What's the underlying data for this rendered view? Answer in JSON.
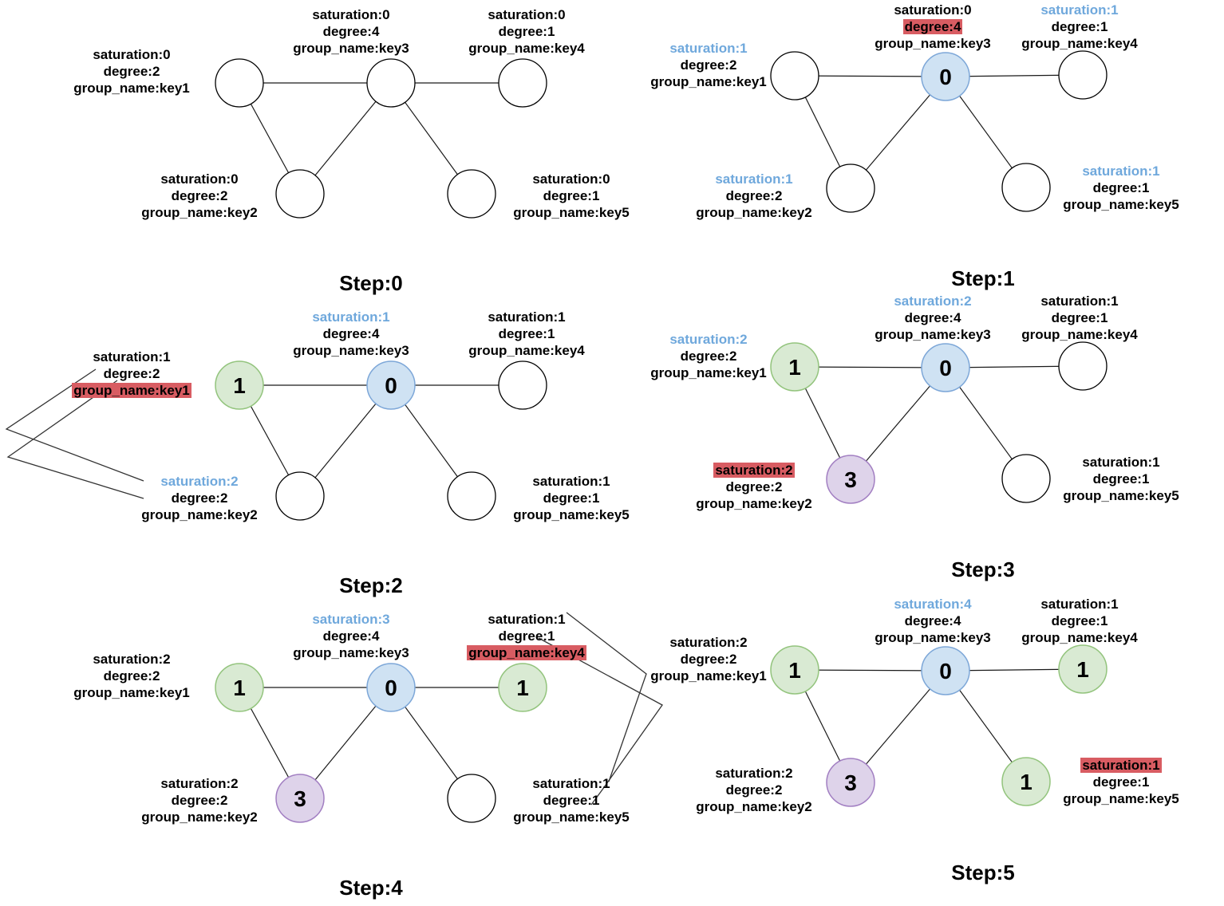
{
  "colors": {
    "node_blue_fill": "#cfe2f3",
    "node_blue_stroke": "#7da7d8",
    "node_green_fill": "#d9ead3",
    "node_green_stroke": "#93c47d",
    "node_purple_fill": "#ded3ea",
    "node_purple_stroke": "#a27fc2",
    "node_white_fill": "#ffffff",
    "node_white_stroke": "#000000",
    "saturation_blue_text": "#6fa8dc",
    "highlight_red": "#d85c62",
    "edge_color": "#1a1a1a"
  },
  "panels": [
    {
      "title": "Step:0",
      "leader_lines": false,
      "nodes": [
        {
          "id": "key1",
          "fill": "white",
          "value": "",
          "label": [
            {
              "text": "saturation:0",
              "color": "black",
              "highlight": false
            },
            {
              "text": "degree:2",
              "color": "black",
              "highlight": false
            },
            {
              "text": "group_name:key1",
              "color": "black",
              "highlight": false
            }
          ]
        },
        {
          "id": "key2",
          "fill": "white",
          "value": "",
          "label": [
            {
              "text": "saturation:0",
              "color": "black",
              "highlight": false
            },
            {
              "text": "degree:2",
              "color": "black",
              "highlight": false
            },
            {
              "text": "group_name:key2",
              "color": "black",
              "highlight": false
            }
          ]
        },
        {
          "id": "key3",
          "fill": "white",
          "value": "",
          "label": [
            {
              "text": "saturation:0",
              "color": "black",
              "highlight": false
            },
            {
              "text": "degree:4",
              "color": "black",
              "highlight": false
            },
            {
              "text": "group_name:key3",
              "color": "black",
              "highlight": false
            }
          ]
        },
        {
          "id": "key4",
          "fill": "white",
          "value": "",
          "label": [
            {
              "text": "saturation:0",
              "color": "black",
              "highlight": false
            },
            {
              "text": "degree:1",
              "color": "black",
              "highlight": false
            },
            {
              "text": "group_name:key4",
              "color": "black",
              "highlight": false
            }
          ]
        },
        {
          "id": "key5",
          "fill": "white",
          "value": "",
          "label": [
            {
              "text": "saturation:0",
              "color": "black",
              "highlight": false
            },
            {
              "text": "degree:1",
              "color": "black",
              "highlight": false
            },
            {
              "text": "group_name:key5",
              "color": "black",
              "highlight": false
            }
          ]
        }
      ]
    },
    {
      "title": "Step:1",
      "leader_lines": false,
      "nodes": [
        {
          "id": "key1",
          "fill": "white",
          "value": "",
          "label": [
            {
              "text": "saturation:1",
              "color": "blue",
              "highlight": false
            },
            {
              "text": "degree:2",
              "color": "black",
              "highlight": false
            },
            {
              "text": "group_name:key1",
              "color": "black",
              "highlight": false
            }
          ]
        },
        {
          "id": "key2",
          "fill": "white",
          "value": "",
          "label": [
            {
              "text": "saturation:1",
              "color": "blue",
              "highlight": false
            },
            {
              "text": "degree:2",
              "color": "black",
              "highlight": false
            },
            {
              "text": "group_name:key2",
              "color": "black",
              "highlight": false
            }
          ]
        },
        {
          "id": "key3",
          "fill": "blue",
          "value": "0",
          "label": [
            {
              "text": "saturation:0",
              "color": "black",
              "highlight": false
            },
            {
              "text": "degree:4",
              "color": "black",
              "highlight": true
            },
            {
              "text": "group_name:key3",
              "color": "black",
              "highlight": false
            }
          ]
        },
        {
          "id": "key4",
          "fill": "white",
          "value": "",
          "label": [
            {
              "text": "saturation:1",
              "color": "blue",
              "highlight": false
            },
            {
              "text": "degree:1",
              "color": "black",
              "highlight": false
            },
            {
              "text": "group_name:key4",
              "color": "black",
              "highlight": false
            }
          ]
        },
        {
          "id": "key5",
          "fill": "white",
          "value": "",
          "label": [
            {
              "text": "saturation:1",
              "color": "blue",
              "highlight": false
            },
            {
              "text": "degree:1",
              "color": "black",
              "highlight": false
            },
            {
              "text": "group_name:key5",
              "color": "black",
              "highlight": false
            }
          ]
        }
      ]
    },
    {
      "title": "Step:2",
      "leader_lines": true,
      "nodes": [
        {
          "id": "key1",
          "fill": "green",
          "value": "1",
          "label": [
            {
              "text": "saturation:1",
              "color": "black",
              "highlight": false
            },
            {
              "text": "degree:2",
              "color": "black",
              "highlight": false
            },
            {
              "text": "group_name:key1",
              "color": "black",
              "highlight": true
            }
          ]
        },
        {
          "id": "key2",
          "fill": "white",
          "value": "",
          "label": [
            {
              "text": "saturation:2",
              "color": "blue",
              "highlight": false
            },
            {
              "text": "degree:2",
              "color": "black",
              "highlight": false
            },
            {
              "text": "group_name:key2",
              "color": "black",
              "highlight": false
            }
          ]
        },
        {
          "id": "key3",
          "fill": "blue",
          "value": "0",
          "label": [
            {
              "text": "saturation:1",
              "color": "blue",
              "highlight": false
            },
            {
              "text": "degree:4",
              "color": "black",
              "highlight": false
            },
            {
              "text": "group_name:key3",
              "color": "black",
              "highlight": false
            }
          ]
        },
        {
          "id": "key4",
          "fill": "white",
          "value": "",
          "label": [
            {
              "text": "saturation:1",
              "color": "black",
              "highlight": false
            },
            {
              "text": "degree:1",
              "color": "black",
              "highlight": false
            },
            {
              "text": "group_name:key4",
              "color": "black",
              "highlight": false
            }
          ]
        },
        {
          "id": "key5",
          "fill": "white",
          "value": "",
          "label": [
            {
              "text": "saturation:1",
              "color": "black",
              "highlight": false
            },
            {
              "text": "degree:1",
              "color": "black",
              "highlight": false
            },
            {
              "text": "group_name:key5",
              "color": "black",
              "highlight": false
            }
          ]
        }
      ]
    },
    {
      "title": "Step:3",
      "leader_lines": false,
      "nodes": [
        {
          "id": "key1",
          "fill": "green",
          "value": "1",
          "label": [
            {
              "text": "saturation:2",
              "color": "blue",
              "highlight": false
            },
            {
              "text": "degree:2",
              "color": "black",
              "highlight": false
            },
            {
              "text": "group_name:key1",
              "color": "black",
              "highlight": false
            }
          ]
        },
        {
          "id": "key2",
          "fill": "purple",
          "value": "3",
          "label": [
            {
              "text": "saturation:2",
              "color": "black",
              "highlight": true
            },
            {
              "text": "degree:2",
              "color": "black",
              "highlight": false
            },
            {
              "text": "group_name:key2",
              "color": "black",
              "highlight": false
            }
          ]
        },
        {
          "id": "key3",
          "fill": "blue",
          "value": "0",
          "label": [
            {
              "text": "saturation:2",
              "color": "blue",
              "highlight": false
            },
            {
              "text": "degree:4",
              "color": "black",
              "highlight": false
            },
            {
              "text": "group_name:key3",
              "color": "black",
              "highlight": false
            }
          ]
        },
        {
          "id": "key4",
          "fill": "white",
          "value": "",
          "label": [
            {
              "text": "saturation:1",
              "color": "black",
              "highlight": false
            },
            {
              "text": "degree:1",
              "color": "black",
              "highlight": false
            },
            {
              "text": "group_name:key4",
              "color": "black",
              "highlight": false
            }
          ]
        },
        {
          "id": "key5",
          "fill": "white",
          "value": "",
          "label": [
            {
              "text": "saturation:1",
              "color": "black",
              "highlight": false
            },
            {
              "text": "degree:1",
              "color": "black",
              "highlight": false
            },
            {
              "text": "group_name:key5",
              "color": "black",
              "highlight": false
            }
          ]
        }
      ]
    },
    {
      "title": "Step:4",
      "leader_lines": true,
      "nodes": [
        {
          "id": "key1",
          "fill": "green",
          "value": "1",
          "label": [
            {
              "text": "saturation:2",
              "color": "black",
              "highlight": false
            },
            {
              "text": "degree:2",
              "color": "black",
              "highlight": false
            },
            {
              "text": "group_name:key1",
              "color": "black",
              "highlight": false
            }
          ]
        },
        {
          "id": "key2",
          "fill": "purple",
          "value": "3",
          "label": [
            {
              "text": "saturation:2",
              "color": "black",
              "highlight": false
            },
            {
              "text": "degree:2",
              "color": "black",
              "highlight": false
            },
            {
              "text": "group_name:key2",
              "color": "black",
              "highlight": false
            }
          ]
        },
        {
          "id": "key3",
          "fill": "blue",
          "value": "0",
          "label": [
            {
              "text": "saturation:3",
              "color": "blue",
              "highlight": false
            },
            {
              "text": "degree:4",
              "color": "black",
              "highlight": false
            },
            {
              "text": "group_name:key3",
              "color": "black",
              "highlight": false
            }
          ]
        },
        {
          "id": "key4",
          "fill": "green",
          "value": "1",
          "label": [
            {
              "text": "saturation:1",
              "color": "black",
              "highlight": false
            },
            {
              "text": "degree:1",
              "color": "black",
              "highlight": false
            },
            {
              "text": "group_name:key4",
              "color": "black",
              "highlight": true
            }
          ]
        },
        {
          "id": "key5",
          "fill": "white",
          "value": "",
          "label": [
            {
              "text": "saturation:1",
              "color": "black",
              "highlight": false
            },
            {
              "text": "degree:1",
              "color": "black",
              "highlight": false
            },
            {
              "text": "group_name:key5",
              "color": "black",
              "highlight": false
            }
          ]
        }
      ]
    },
    {
      "title": "Step:5",
      "leader_lines": false,
      "nodes": [
        {
          "id": "key1",
          "fill": "green",
          "value": "1",
          "label": [
            {
              "text": "saturation:2",
              "color": "black",
              "highlight": false
            },
            {
              "text": "degree:2",
              "color": "black",
              "highlight": false
            },
            {
              "text": "group_name:key1",
              "color": "black",
              "highlight": false
            }
          ]
        },
        {
          "id": "key2",
          "fill": "purple",
          "value": "3",
          "label": [
            {
              "text": "saturation:2",
              "color": "black",
              "highlight": false
            },
            {
              "text": "degree:2",
              "color": "black",
              "highlight": false
            },
            {
              "text": "group_name:key2",
              "color": "black",
              "highlight": false
            }
          ]
        },
        {
          "id": "key3",
          "fill": "blue",
          "value": "0",
          "label": [
            {
              "text": "saturation:4",
              "color": "blue",
              "highlight": false
            },
            {
              "text": "degree:4",
              "color": "black",
              "highlight": false
            },
            {
              "text": "group_name:key3",
              "color": "black",
              "highlight": false
            }
          ]
        },
        {
          "id": "key4",
          "fill": "green",
          "value": "1",
          "label": [
            {
              "text": "saturation:1",
              "color": "black",
              "highlight": false
            },
            {
              "text": "degree:1",
              "color": "black",
              "highlight": false
            },
            {
              "text": "group_name:key4",
              "color": "black",
              "highlight": false
            }
          ]
        },
        {
          "id": "key5",
          "fill": "green",
          "value": "1",
          "label": [
            {
              "text": "saturation:1",
              "color": "black",
              "highlight": true
            },
            {
              "text": "degree:1",
              "color": "black",
              "highlight": false
            },
            {
              "text": "group_name:key5",
              "color": "black",
              "highlight": false
            }
          ]
        }
      ]
    }
  ]
}
